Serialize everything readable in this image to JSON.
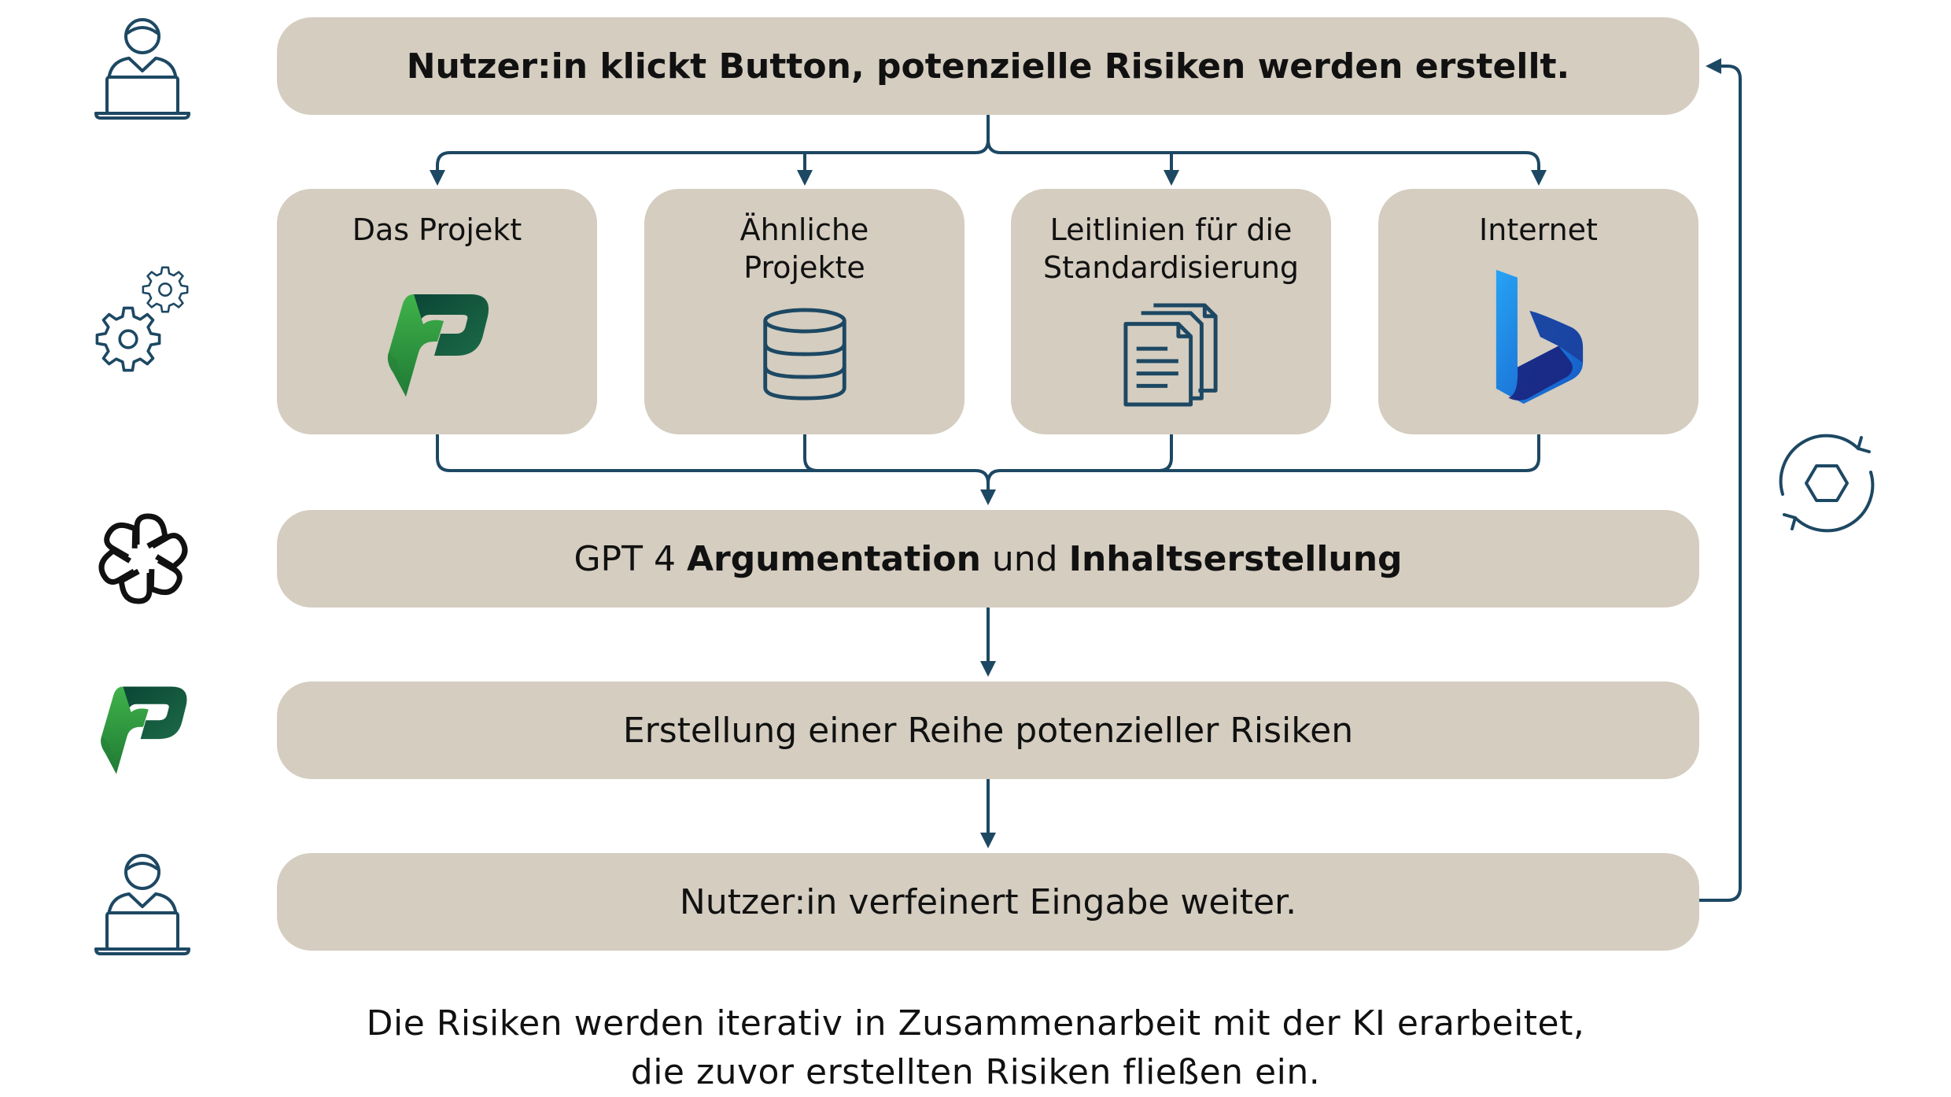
{
  "colors": {
    "box_fill": "#d4cdc0",
    "line": "#1d4863",
    "logo_dark_green": "#0e4f3c",
    "logo_green": "#2e9a3e",
    "bing_blue": "#1b6fd1",
    "bing_navy": "#1a237e"
  },
  "steps": {
    "step1": "Nutzer:in klickt Button, potenzielle Risiken werden erstellt.",
    "step2_prefix": "GPT 4 ",
    "step2_bold1": "Argumentation",
    "step2_mid": " und ",
    "step2_bold2": "Inhaltserstellung",
    "step3": "Erstellung einer Reihe potenzieller Risiken",
    "step4": "Nutzer:in verfeinert Eingabe weiter."
  },
  "sources": [
    {
      "label": "Das Projekt",
      "icon": "copilot-logo-icon"
    },
    {
      "label": "Ähnliche\nProjekte",
      "icon": "database-icon"
    },
    {
      "label": "Leitlinien für die\nStandardisierung",
      "icon": "documents-icon"
    },
    {
      "label": "Internet",
      "icon": "bing-logo-icon"
    }
  ],
  "left_icons": [
    "user-laptop-icon",
    "gears-icon",
    "openai-logo-icon",
    "copilot-logo-icon",
    "user-laptop-icon"
  ],
  "loop_icon": "refresh-cycle-icon",
  "caption": {
    "line1": "Die Risiken werden iterativ in Zusammenarbeit mit der KI erarbeitet,",
    "line2": "die zuvor erstellten Risiken fließen ein."
  }
}
